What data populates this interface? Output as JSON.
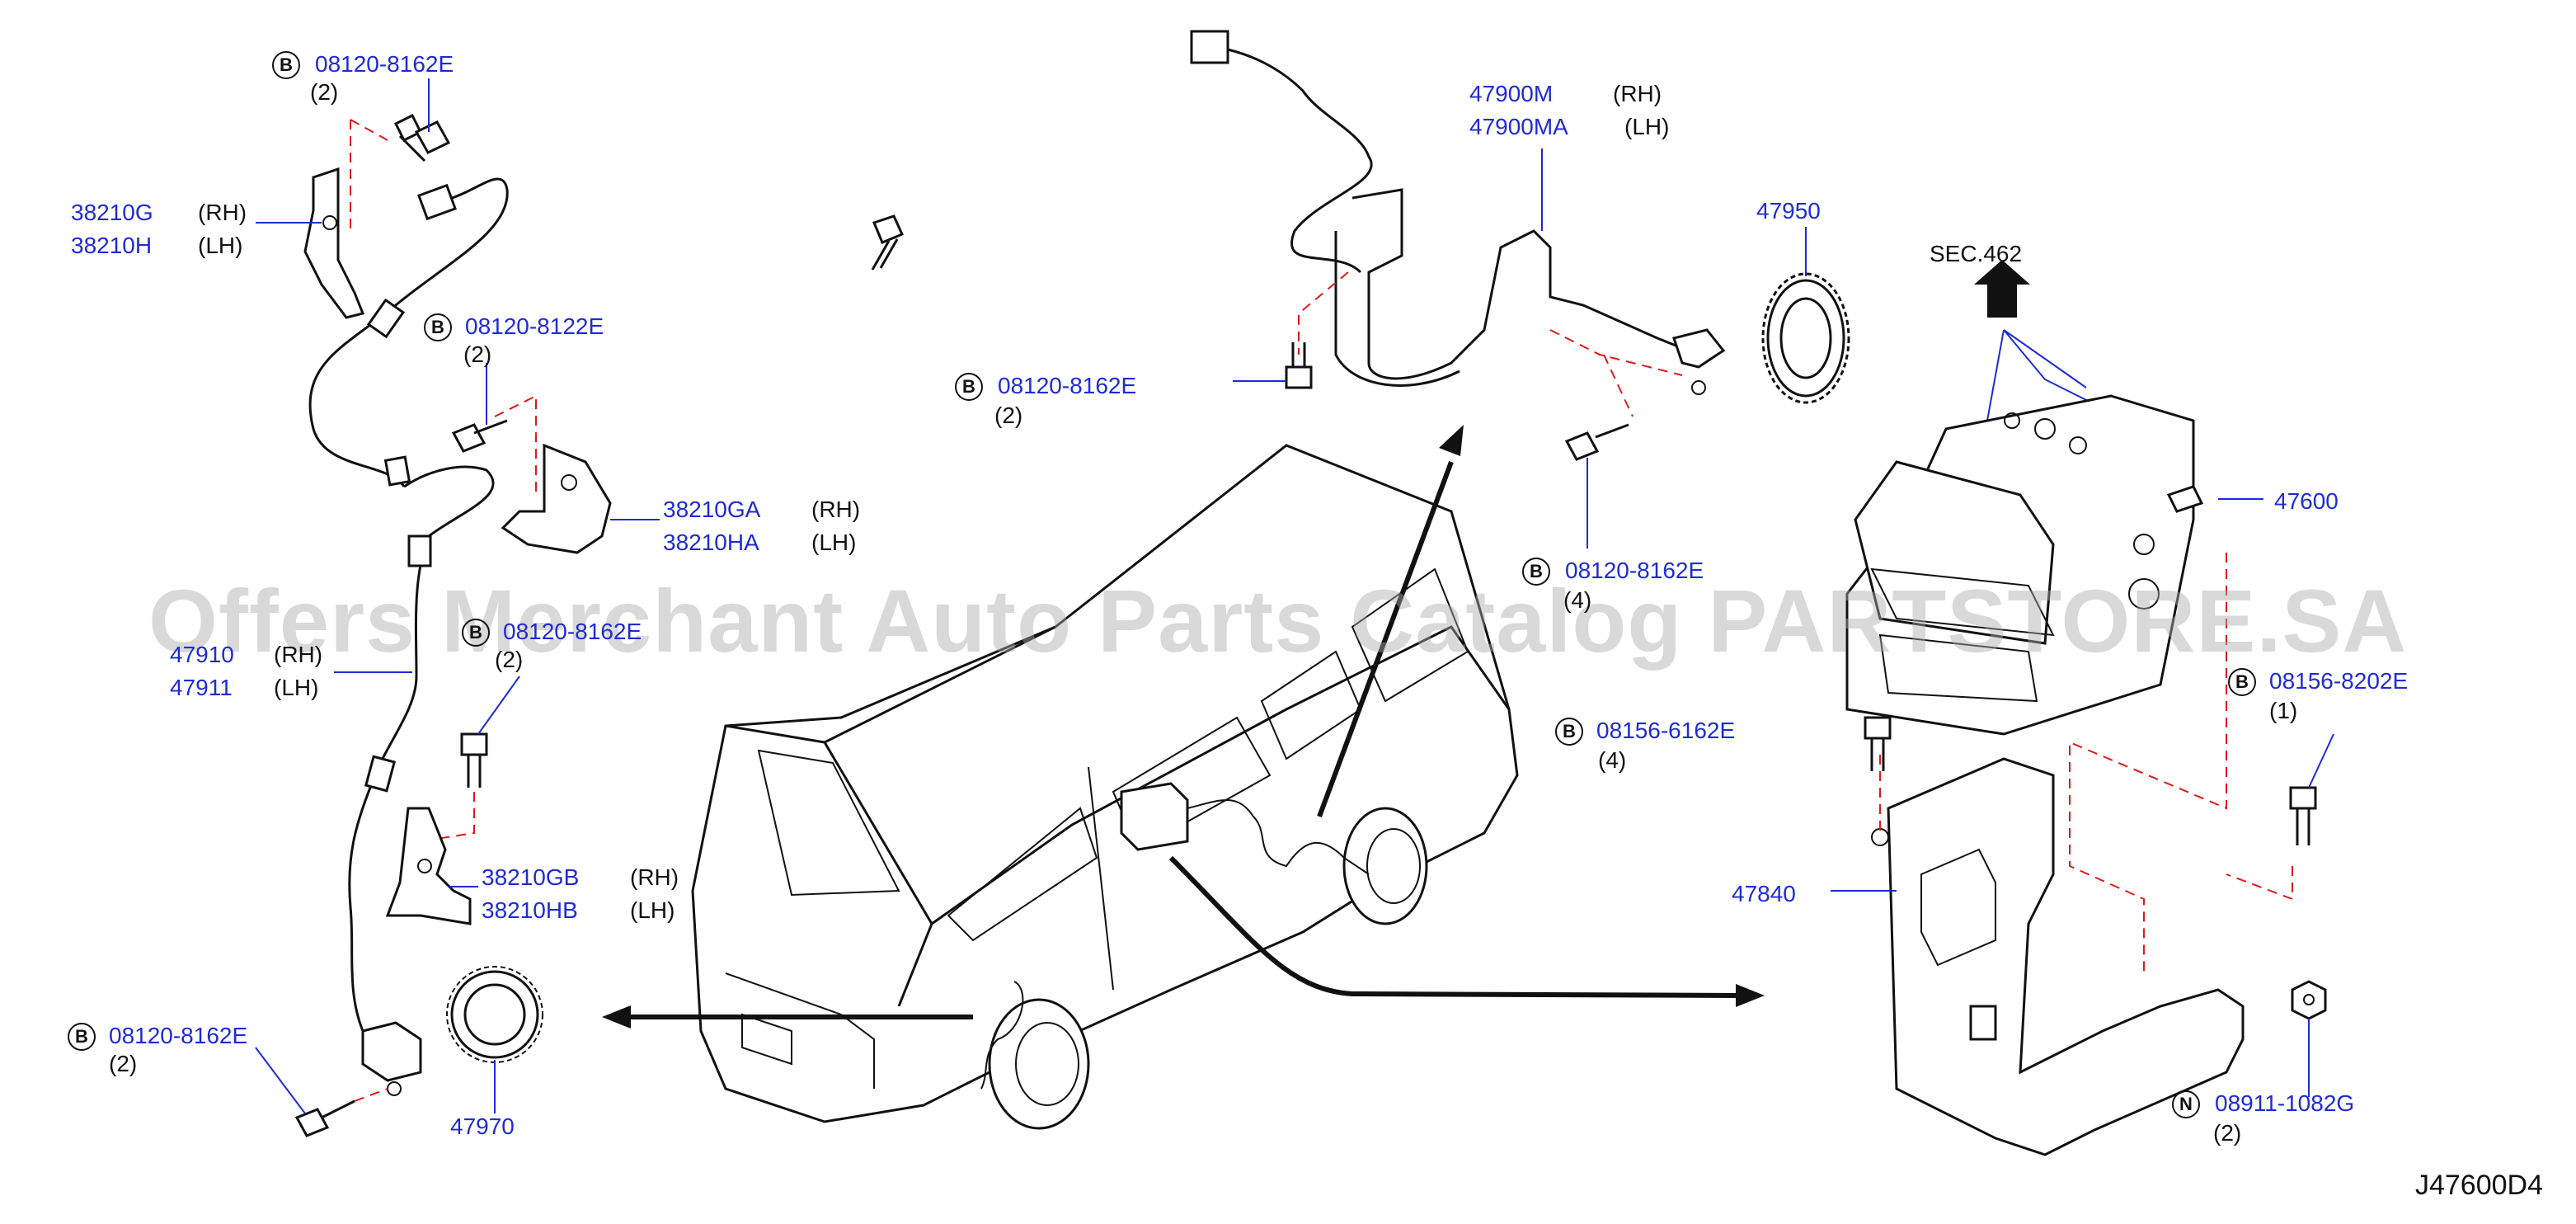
{
  "diagram": {
    "id": "J47600D4",
    "watermark": "Offers Merchant Auto Parts Catalog PARTSTORE.SA",
    "section_ref": "SEC.462",
    "fastener_badges": {
      "B": "B",
      "N": "N"
    },
    "colors": {
      "part_number": "#1f2bd6",
      "leader": "#1f2bd6",
      "phantom_line": "#e01818",
      "line_art": "#111111"
    },
    "callouts": [
      {
        "id": "bolt-top-left",
        "badge": "B",
        "part": "08120-8162E",
        "qty": "(2)"
      },
      {
        "id": "bracket-38210g",
        "part": "38210G",
        "side": "(RH)"
      },
      {
        "id": "bracket-38210h",
        "part": "38210H",
        "side": "(LH)"
      },
      {
        "id": "bolt-08120-8122e",
        "badge": "B",
        "part": "08120-8122E",
        "qty": "(2)"
      },
      {
        "id": "bracket-38210ga",
        "part": "38210GA",
        "side": "(RH)"
      },
      {
        "id": "bracket-38210ha",
        "part": "38210HA",
        "side": "(LH)"
      },
      {
        "id": "sensor-47910",
        "part": "47910",
        "side": "(RH)"
      },
      {
        "id": "sensor-47911",
        "part": "47911",
        "side": "(LH)"
      },
      {
        "id": "bolt-left-mid",
        "badge": "B",
        "part": "08120-8162E",
        "qty": "(2)"
      },
      {
        "id": "bracket-38210gb",
        "part": "38210GB",
        "side": "(RH)"
      },
      {
        "id": "bracket-38210hb",
        "part": "38210HB",
        "side": "(LH)"
      },
      {
        "id": "bolt-bottom-left",
        "badge": "B",
        "part": "08120-8162E",
        "qty": "(2)"
      },
      {
        "id": "rotor-47970",
        "part": "47970"
      },
      {
        "id": "bolt-center",
        "badge": "B",
        "part": "08120-8162E",
        "qty": "(2)"
      },
      {
        "id": "sensor-47900m",
        "part": "47900M",
        "side": "(RH)"
      },
      {
        "id": "sensor-47900ma",
        "part": "47900MA",
        "side": "(LH)"
      },
      {
        "id": "rotor-47950",
        "part": "47950"
      },
      {
        "id": "bolt-right-sensor",
        "badge": "B",
        "part": "08120-8162E",
        "qty": "(4)"
      },
      {
        "id": "actuator-47600",
        "part": "47600"
      },
      {
        "id": "bolt-08156-8202e",
        "badge": "B",
        "part": "08156-8202E",
        "qty": "(1)"
      },
      {
        "id": "bolt-08156-6162e",
        "badge": "B",
        "part": "08156-6162E",
        "qty": "(4)"
      },
      {
        "id": "bracket-47840",
        "part": "47840"
      },
      {
        "id": "nut-08911-1082g",
        "badge": "N",
        "part": "08911-1082G",
        "qty": "(2)"
      }
    ]
  }
}
